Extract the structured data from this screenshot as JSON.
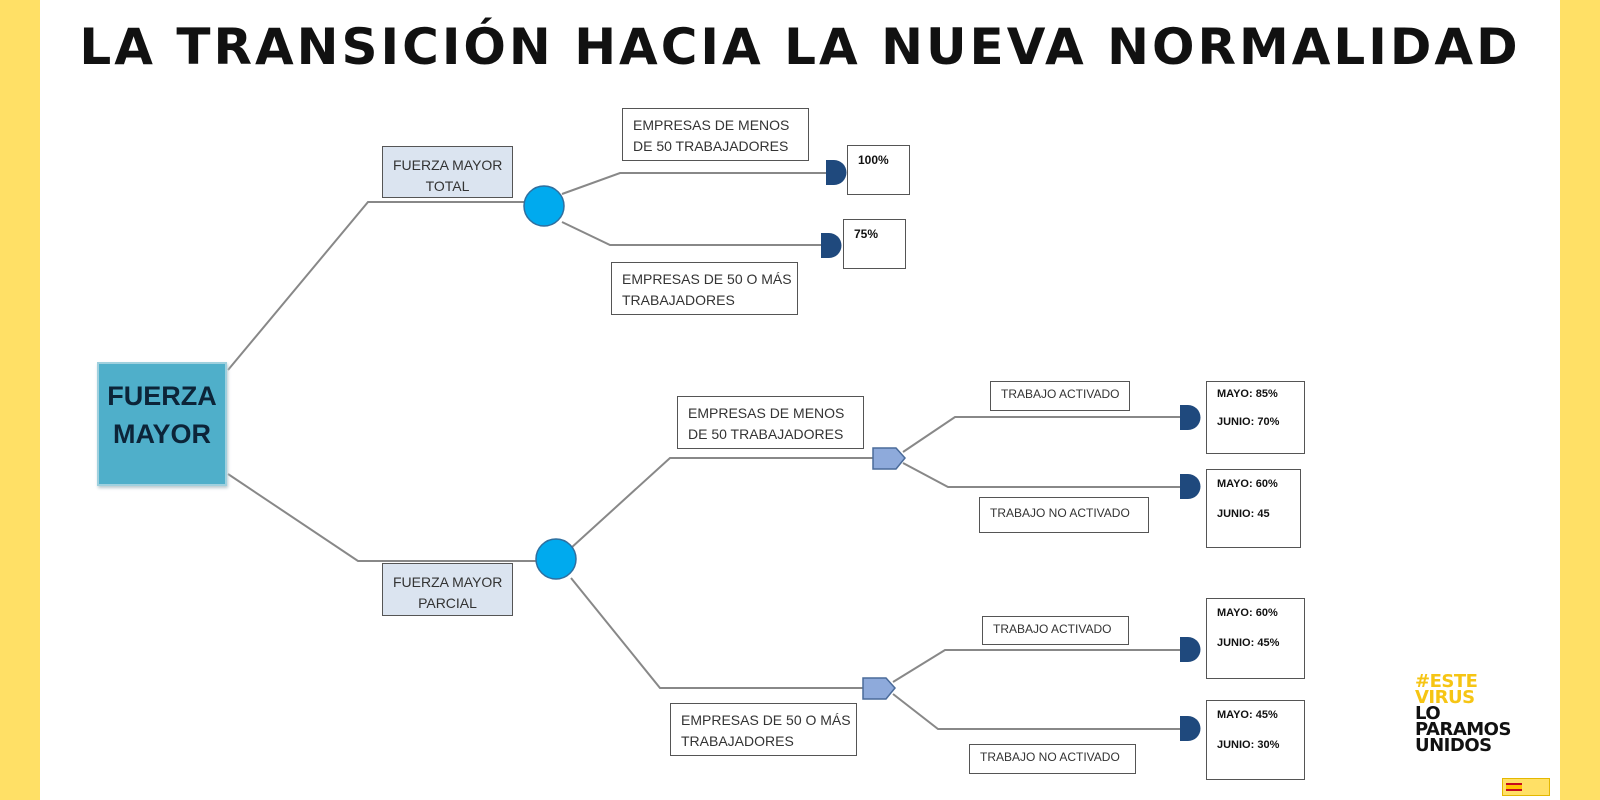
{
  "title": "LA TRANSICIÓN HACIA LA NUEVA NORMALIDAD",
  "root": {
    "line1": "FUERZA",
    "line2": "MAYOR"
  },
  "total": {
    "label": [
      "FUERZA MAYOR",
      "TOTAL"
    ],
    "small_companies": [
      "EMPRESAS DE MENOS",
      "DE 50 TRABAJADORES"
    ],
    "small_result": "100%",
    "large_companies": [
      "EMPRESAS DE 50 O MÁS",
      "TRABAJADORES"
    ],
    "large_result": "75%"
  },
  "partial": {
    "label": [
      "FUERZA MAYOR",
      "PARCIAL"
    ],
    "small_companies": [
      "EMPRESAS DE MENOS",
      "DE 50 TRABAJADORES"
    ],
    "large_companies": [
      "EMPRESAS DE 50 O MÁS",
      "TRABAJADORES"
    ],
    "small_active": {
      "label": "TRABAJO ACTIVADO",
      "may": "MAYO: 85%",
      "june": "JUNIO: 70%"
    },
    "small_inactive": {
      "label": "TRABAJO NO ACTIVADO",
      "may": "MAYO: 60%",
      "june": "JUNIO: 45"
    },
    "large_active": {
      "label": "TRABAJO ACTIVADO",
      "may": "MAYO: 60%",
      "june": "JUNIO: 45%"
    },
    "large_inactive": {
      "label": "TRABAJO NO ACTIVADO",
      "may": "MAYO: 45%",
      "june": "JUNIO: 30%"
    }
  },
  "brand": {
    "line1": "#ESTE",
    "line2": "VIRUS",
    "line3": "LO",
    "line4": "PARAMOS",
    "line5": "UNIDOS"
  },
  "colors": {
    "background": "#ffe066",
    "root_fill": "#4fafca",
    "chance_node": "#00aaee",
    "end_node": "#1f497d",
    "decision_node": "#8eaadb",
    "label_fill": "#dbe4f0"
  }
}
